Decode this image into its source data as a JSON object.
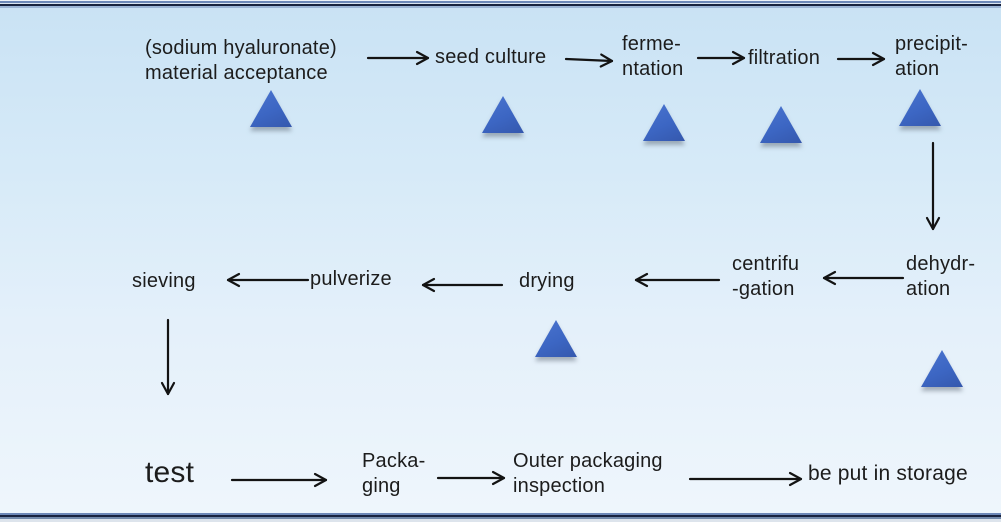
{
  "colors": {
    "triangle": "#3c66c3",
    "arrow": "#131313",
    "text": "#1c1c1c",
    "bg-top": "#c9e2f4",
    "bg-bottom": "#eff6fc",
    "border-dark": "#18233f",
    "border-slate": "#6d88b7"
  },
  "steps": [
    {
      "id": "material-acceptance",
      "label": "(sodium hyaluronate)\nmaterial acceptance"
    },
    {
      "id": "seed-culture",
      "label": "seed culture"
    },
    {
      "id": "fermentation",
      "label": "ferme-\nntation"
    },
    {
      "id": "filtration",
      "label": "filtration"
    },
    {
      "id": "precipitation",
      "label": "precipit-\nation"
    },
    {
      "id": "dehydration",
      "label": "dehydr-\nation"
    },
    {
      "id": "centrifugation",
      "label": "centrifu\n-gation"
    },
    {
      "id": "drying",
      "label": "drying"
    },
    {
      "id": "pulverize",
      "label": "pulverize"
    },
    {
      "id": "sieving",
      "label": "sieving"
    },
    {
      "id": "test",
      "label": "test"
    },
    {
      "id": "packaging",
      "label": "Packa-\nging"
    },
    {
      "id": "outer-packaging-inspection",
      "label": "Outer packaging\ninspection"
    },
    {
      "id": "storage",
      "label": "be put in storage"
    }
  ],
  "marker_icon": "blue-triangle",
  "marked_steps": [
    "material-acceptance",
    "seed-culture",
    "fermentation",
    "filtration",
    "precipitation",
    "drying",
    "dehydration"
  ]
}
